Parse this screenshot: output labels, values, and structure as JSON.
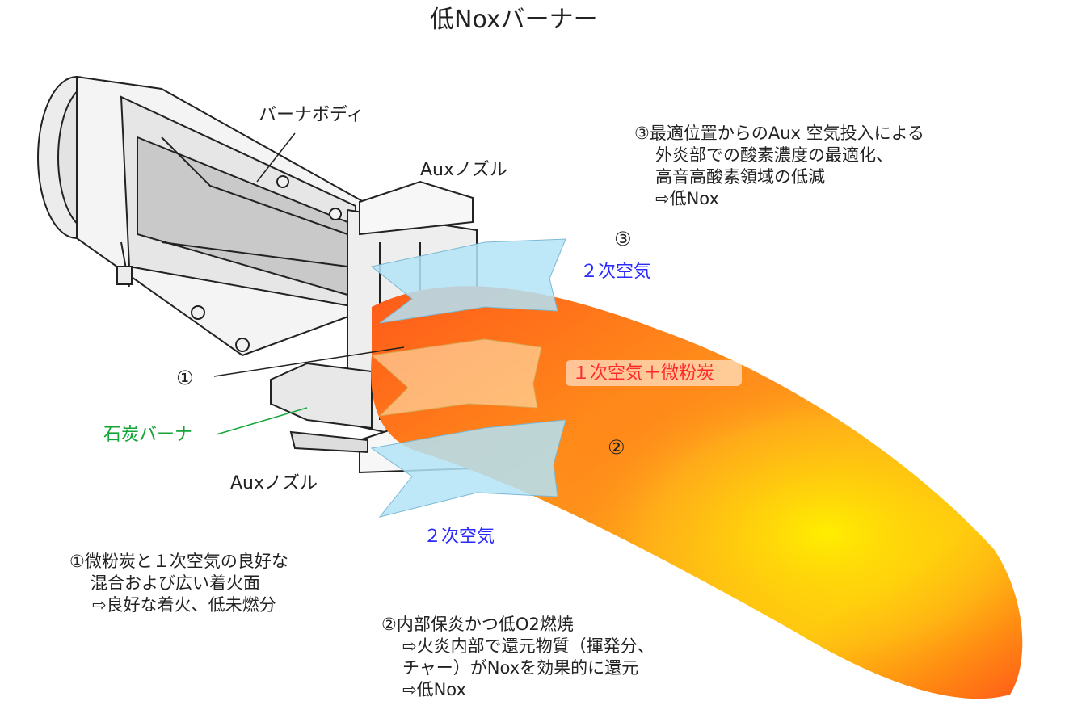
{
  "title": "低Noxバーナー",
  "labels": {
    "burner_body": "バーナボディ",
    "aux_nozzle_top": "Auxノズル",
    "aux_nozzle_bottom": "Auxノズル",
    "coal_burner": "石炭バーナ",
    "secondary_air_top": "２次空気",
    "secondary_air_bottom": "２次空気",
    "primary_air": "１次空気＋微粉炭",
    "marker_1": "①",
    "marker_2": "②",
    "marker_3": "③"
  },
  "notes": {
    "note1": [
      "①微粉炭と１次空気の良好な",
      "混合および広い着火面",
      "⇨良好な着火、低未燃分"
    ],
    "note2": [
      "②内部保炎かつ低O2燃焼",
      "⇨火炎内部で還元物質（揮発分、",
      "チャー）がNoxを効果的に還元",
      "⇨低Nox"
    ],
    "note3": [
      "③最適位置からのAux 空気投入による",
      "外炎部での酸素濃度の最適化、",
      "高音高酸素領域の低減",
      "⇨低Nox"
    ]
  },
  "colors": {
    "secondary_air": "#2a2aff",
    "primary_air": "#ff2a2a",
    "coal_burner": "#13a538",
    "air_arrow": "#b3e3f7",
    "flame_core": "#ffe600",
    "flame_edge": "#ff5a1a"
  }
}
